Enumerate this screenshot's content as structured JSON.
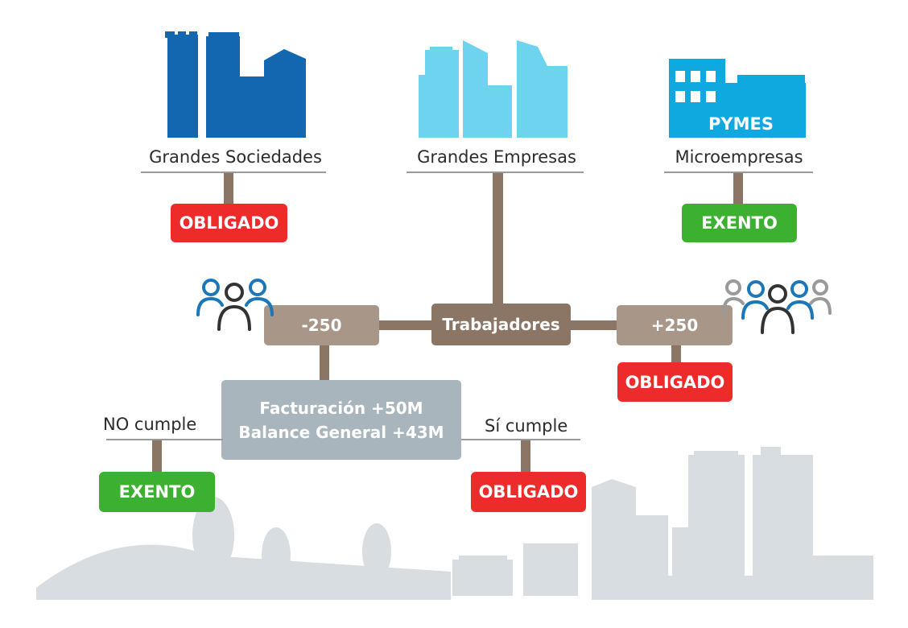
{
  "colors": {
    "obligado": "#ee2b2b",
    "exento": "#3cb030",
    "connector": "#8b7565",
    "node_light": "#a89788",
    "node_dark": "#8b7565",
    "criteria_box": "#a9b5bc",
    "dark_blue": "#1267b0",
    "light_blue": "#6ed3ee",
    "mid_blue": "#0fa9df",
    "skyline": "#d7dde0"
  },
  "companies": {
    "grandes_sociedades": {
      "label": "Grandes Sociedades",
      "status": "OBLIGADO",
      "icon": "skyscraper-icon"
    },
    "grandes_empresas": {
      "label": "Grandes Empresas",
      "icon": "skyscraper-icon"
    },
    "microempresas": {
      "label": "Microempresas",
      "status": "EXENTO",
      "icon": "factory-icon",
      "sign": "PYMES"
    }
  },
  "workers": {
    "title": "Trabajadores",
    "less": "-250",
    "more": "+250",
    "more_status": "OBLIGADO",
    "icon_left": "people-group-icon",
    "icon_right": "people-group-icon"
  },
  "criteria": {
    "line1": "Facturación +50M",
    "line2": "Balance General +43M",
    "no_label": "NO cumple",
    "no_status": "EXENTO",
    "yes_label": "Sí cumple",
    "yes_status": "OBLIGADO"
  },
  "background": {
    "icon": "city-skyline-icon"
  }
}
